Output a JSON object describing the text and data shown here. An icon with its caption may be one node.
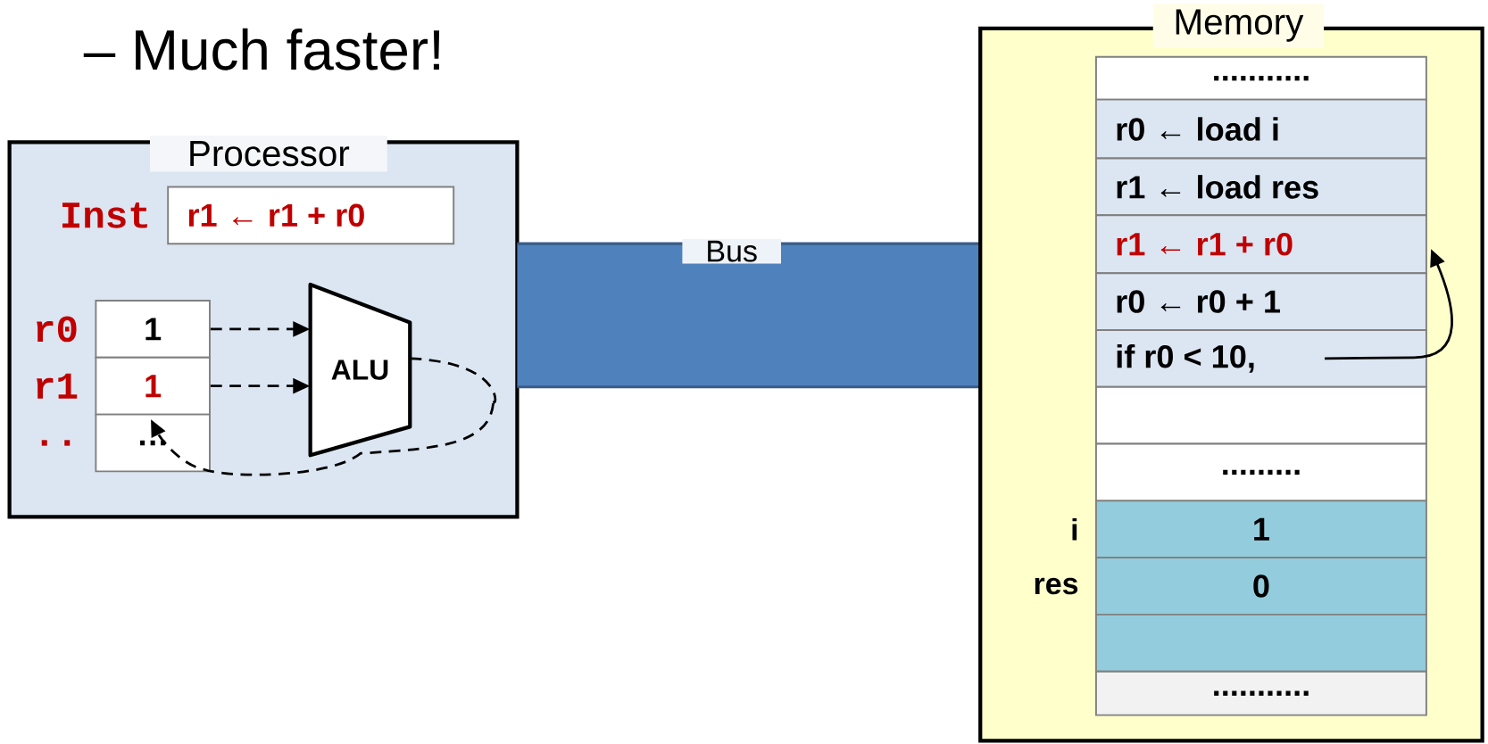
{
  "diagram": {
    "nodes": [
      {
        "text": [
          "Processor"
        ]
      },
      {
        "text": [
          "r1 ← r1 + r0"
        ],
        "in": 0,
        "beside": [
          "Inst"
        ]
      },
      {
        "text": [
          "1"
        ],
        "in": 0,
        "beside": [
          "r0"
        ]
      },
      {
        "text": [
          "1"
        ],
        "in": 0,
        "beside": [
          "r1"
        ]
      },
      {
        "text": [
          "…"
        ],
        "in": 0,
        "beside": [
          ".."
        ]
      },
      {
        "text": [
          "ALU"
        ],
        "in": 0
      },
      {
        "text": [
          "Bus"
        ]
      },
      {
        "text": [
          "Memory"
        ]
      },
      {
        "text": [
          "..........."
        ],
        "in": 7
      },
      {
        "text": [
          "r0 ← load i"
        ],
        "in": 7
      },
      {
        "text": [
          "r1 ← load res"
        ],
        "in": 7
      },
      {
        "text": [
          "r1 ← r1 + r0"
        ],
        "in": 7
      },
      {
        "text": [
          "r0 ← r0 + 1"
        ],
        "in": 7
      },
      {
        "text": [
          "if r0 < 10,"
        ],
        "in": 7
      },
      {
        "text": [],
        "shape": "box",
        "in": 7
      },
      {
        "text": [
          "........."
        ],
        "in": 7
      },
      {
        "text": [
          "1"
        ],
        "in": 7,
        "beside": [
          "i"
        ]
      },
      {
        "text": [
          "0"
        ],
        "in": 7,
        "beside": [
          "res"
        ]
      },
      {
        "text": [],
        "shape": "box",
        "in": 7
      },
      {
        "text": [
          "..........."
        ],
        "in": 7
      }
    ],
    "edges": [
      {
        "from": 2,
        "to": 5,
        "arrow": "to",
        "style": "dashed"
      },
      {
        "from": 3,
        "to": 5,
        "arrow": "to",
        "style": "dashed"
      },
      {
        "from": 5,
        "to": 4,
        "arrow": "to",
        "style": "dashed"
      },
      {
        "from": 13,
        "to": 11,
        "arrow": "to"
      }
    ],
    "labels": [
      "– Much faster!"
    ]
  }
}
